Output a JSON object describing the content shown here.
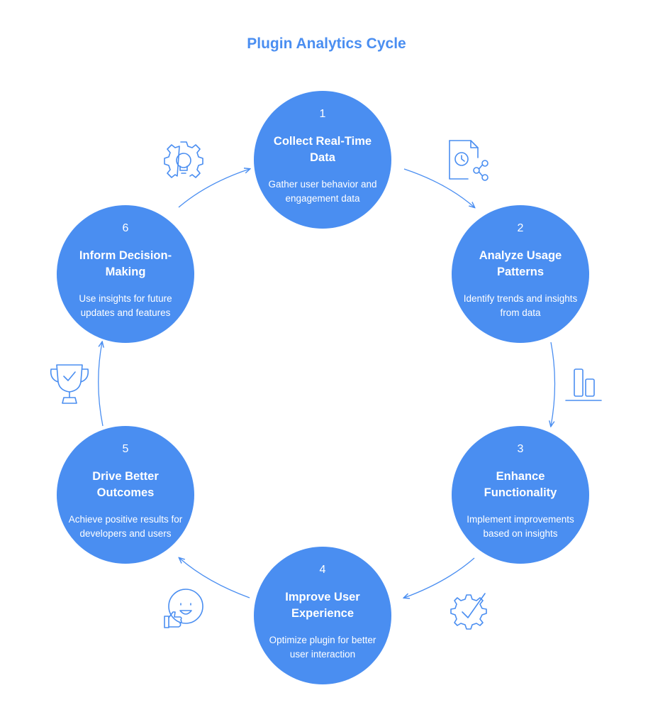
{
  "title": "Plugin Analytics Cycle",
  "steps": [
    {
      "num": "1",
      "heading": "Collect Real-Time Data",
      "desc": "Gather user behavior and engagement data",
      "icon": "document-clock-share-icon"
    },
    {
      "num": "2",
      "heading": "Analyze Usage Patterns",
      "desc": "Identify trends and insights from data",
      "icon": "bar-chart-icon"
    },
    {
      "num": "3",
      "heading": "Enhance Functionality",
      "desc": "Implement improvements based on insights",
      "icon": "gear-check-icon"
    },
    {
      "num": "4",
      "heading": "Improve User Experience",
      "desc": "Optimize plugin for better user interaction",
      "icon": "smiley-thumbs-up-icon"
    },
    {
      "num": "5",
      "heading": "Drive Better Outcomes",
      "desc": "Achieve positive results for developers and users",
      "icon": "trophy-check-icon"
    },
    {
      "num": "6",
      "heading": "Inform Decision-Making",
      "desc": "Use insights for future updates and features",
      "icon": "gear-lightbulb-icon"
    }
  ],
  "colors": {
    "accent": "#4a8ef1",
    "text_on_accent": "#ffffff",
    "background": "#ffffff"
  }
}
